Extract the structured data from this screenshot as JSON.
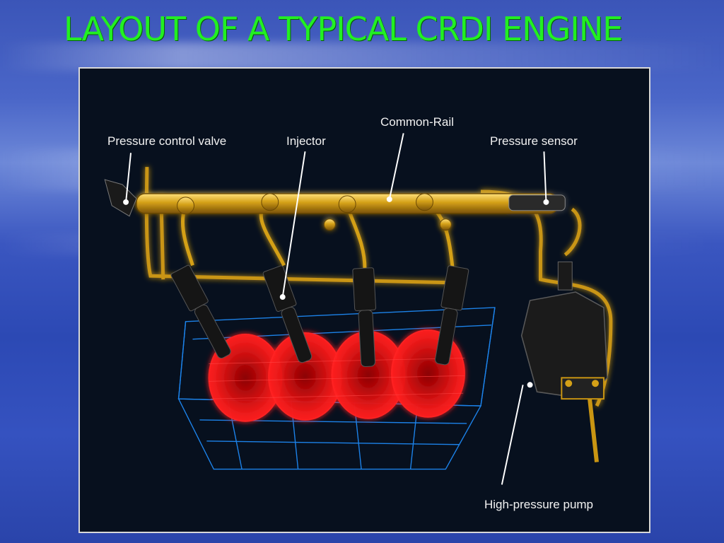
{
  "slide": {
    "title": "LAYOUT OF A TYPICAL CRDI ENGINE"
  },
  "diagram": {
    "labels": {
      "pressure_control_valve": "Pressure control valve",
      "injector": "Injector",
      "common_rail": "Common-Rail",
      "pressure_sensor": "Pressure sensor",
      "high_pressure_pump": "High-pressure pump"
    }
  },
  "colors": {
    "title_text": "#22f022",
    "diagram_background": "#07101e",
    "rail_gold": "#d4a017",
    "wireframe_blue": "#1f8fff",
    "cylinder_red": "#e01818",
    "label_text": "#f2f2f2"
  }
}
